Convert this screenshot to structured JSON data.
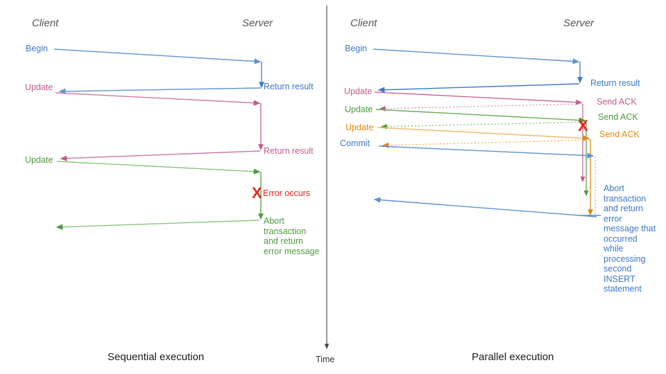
{
  "diagram": {
    "title": "Sequential versus parallel transaction execution sequence diagram",
    "time_axis_label": "Time",
    "colors": {
      "blue": "#3d78c8",
      "blue_light": "#7aa9dd",
      "pink": "#c4598f",
      "pink_light": "#dd9dbe",
      "green": "#4f9a3f",
      "green_light": "#8fc47f",
      "orange": "#e08a16",
      "orange_light": "#f0bb6c",
      "red": "#e8251a",
      "header": "#555555",
      "caption": "#1a1a1a",
      "axis": "#444444"
    }
  },
  "panels": [
    {
      "id": "sequential",
      "caption": "Sequential execution",
      "client_header": "Client",
      "server_header": "Server",
      "client_messages": [
        {
          "label": "Begin",
          "color": "blue"
        },
        {
          "label": "Update",
          "color": "pink"
        },
        {
          "label": "Update",
          "color": "green"
        }
      ],
      "server_messages": [
        {
          "label": "Return result",
          "color": "blue"
        },
        {
          "label": "Return result",
          "color": "pink"
        },
        {
          "label": "Abort transaction and return error message",
          "color": "green"
        }
      ],
      "error": {
        "mark": "X",
        "label": "Error occurs",
        "color": "red"
      }
    },
    {
      "id": "parallel",
      "caption": "Parallel execution",
      "client_header": "Client",
      "server_header": "Server",
      "client_messages": [
        {
          "label": "Begin",
          "color": "blue"
        },
        {
          "label": "Update",
          "color": "pink"
        },
        {
          "label": "Update",
          "color": "green"
        },
        {
          "label": "Update",
          "color": "orange"
        },
        {
          "label": "Commit",
          "color": "blue"
        }
      ],
      "server_messages": [
        {
          "label": "Return result",
          "color": "blue"
        },
        {
          "label": "Send ACK",
          "color": "pink"
        },
        {
          "label": "Send ACK",
          "color": "green"
        },
        {
          "label": "Send ACK",
          "color": "orange"
        },
        {
          "label": "Abort transaction and return error message that occurred while processing second INSERT statement",
          "color": "blue"
        }
      ],
      "error": {
        "mark": "X",
        "label": "",
        "color": "red"
      }
    }
  ]
}
